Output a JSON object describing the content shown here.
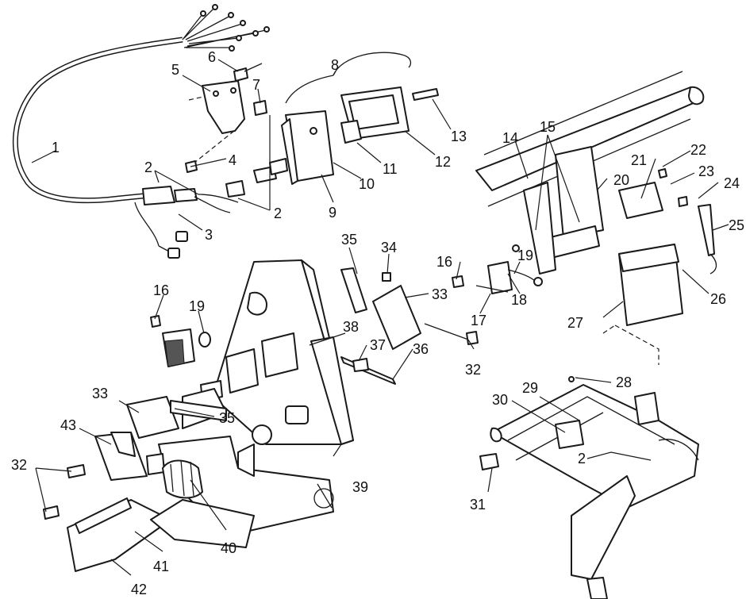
{
  "callouts": [
    {
      "id": "c1",
      "text": "1"
    },
    {
      "id": "c2a",
      "text": "2"
    },
    {
      "id": "c2b",
      "text": "2"
    },
    {
      "id": "c2c",
      "text": "2"
    },
    {
      "id": "c3",
      "text": "3"
    },
    {
      "id": "c4",
      "text": "4"
    },
    {
      "id": "c5",
      "text": "5"
    },
    {
      "id": "c6",
      "text": "6"
    },
    {
      "id": "c7",
      "text": "7"
    },
    {
      "id": "c8",
      "text": "8"
    },
    {
      "id": "c9",
      "text": "9"
    },
    {
      "id": "c10",
      "text": "10"
    },
    {
      "id": "c11",
      "text": "11"
    },
    {
      "id": "c12",
      "text": "12"
    },
    {
      "id": "c13",
      "text": "13"
    },
    {
      "id": "c14",
      "text": "14"
    },
    {
      "id": "c15",
      "text": "15"
    },
    {
      "id": "c16a",
      "text": "16"
    },
    {
      "id": "c16b",
      "text": "16"
    },
    {
      "id": "c17",
      "text": "17"
    },
    {
      "id": "c18",
      "text": "18"
    },
    {
      "id": "c19a",
      "text": "19"
    },
    {
      "id": "c19b",
      "text": "19"
    },
    {
      "id": "c20",
      "text": "20"
    },
    {
      "id": "c21",
      "text": "21"
    },
    {
      "id": "c22",
      "text": "22"
    },
    {
      "id": "c23",
      "text": "23"
    },
    {
      "id": "c24",
      "text": "24"
    },
    {
      "id": "c25",
      "text": "25"
    },
    {
      "id": "c26",
      "text": "26"
    },
    {
      "id": "c27",
      "text": "27"
    },
    {
      "id": "c28",
      "text": "28"
    },
    {
      "id": "c29",
      "text": "29"
    },
    {
      "id": "c30",
      "text": "30"
    },
    {
      "id": "c31",
      "text": "31"
    },
    {
      "id": "c32a",
      "text": "32"
    },
    {
      "id": "c32b",
      "text": "32"
    },
    {
      "id": "c33a",
      "text": "33"
    },
    {
      "id": "c33b",
      "text": "33"
    },
    {
      "id": "c34",
      "text": "34"
    },
    {
      "id": "c35a",
      "text": "35"
    },
    {
      "id": "c35b",
      "text": "35"
    },
    {
      "id": "c36",
      "text": "36"
    },
    {
      "id": "c37",
      "text": "37"
    },
    {
      "id": "c38",
      "text": "38"
    },
    {
      "id": "c39",
      "text": "39"
    },
    {
      "id": "c40",
      "text": "40"
    },
    {
      "id": "c41",
      "text": "41"
    },
    {
      "id": "c42",
      "text": "42"
    },
    {
      "id": "c43",
      "text": "43"
    }
  ]
}
